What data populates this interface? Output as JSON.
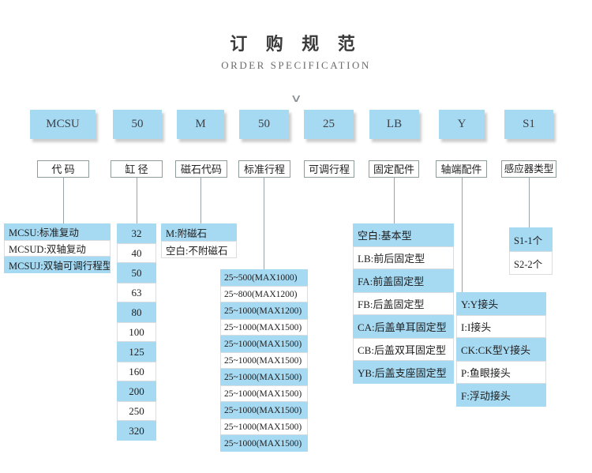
{
  "header": {
    "title": "订 购 规 范",
    "subtitle": "ORDER SPECIFICATION",
    "chevron": "∨"
  },
  "model": [
    "MCSU",
    "50",
    "M",
    "50",
    "25",
    "LB",
    "Y",
    "S1"
  ],
  "labels": [
    "代 码",
    "缸 径",
    "磁石代码",
    "标准行程",
    "可调行程",
    "固定配件",
    "轴端配件",
    "感应器类型"
  ],
  "options": {
    "code": [
      "MCSU:标准复动",
      "MCSUD:双轴复动",
      "MCSUJ:双轴可调行程型"
    ],
    "bore": [
      "32",
      "40",
      "50",
      "63",
      "80",
      "100",
      "125",
      "160",
      "200",
      "250",
      "320"
    ],
    "magnet": [
      "M:附磁石",
      "空白:不附磁石"
    ],
    "stroke": [
      "25~500(MAX1000)",
      "25~800(MAX1200)",
      "25~1000(MAX1200)",
      "25~1000(MAX1500)",
      "25~1000(MAX1500)",
      "25~1000(MAX1500)",
      "25~1000(MAX1500)",
      "25~1000(MAX1500)",
      "25~1000(MAX1500)",
      "25~1000(MAX1500)",
      "25~1000(MAX1500)"
    ],
    "mount": [
      "空白:基本型",
      "LB:前后固定型",
      "FA:前盖固定型",
      "FB:后盖固定型",
      "CA:后盖单耳固定型",
      "CB:后盖双耳固定型",
      "YB:后盖支座固定型"
    ],
    "shaft": [
      "Y:Y接头",
      "I:I接头",
      "CK:CK型Y接头",
      "P:鱼眼接头",
      "F:浮动接头"
    ],
    "sensor": [
      "S1-1个",
      "S2-2个"
    ]
  },
  "colors": {
    "highlight_blue": "#a6d9f2",
    "line_gray": "#9aa3a8",
    "label_border": "#8f9c9c"
  }
}
